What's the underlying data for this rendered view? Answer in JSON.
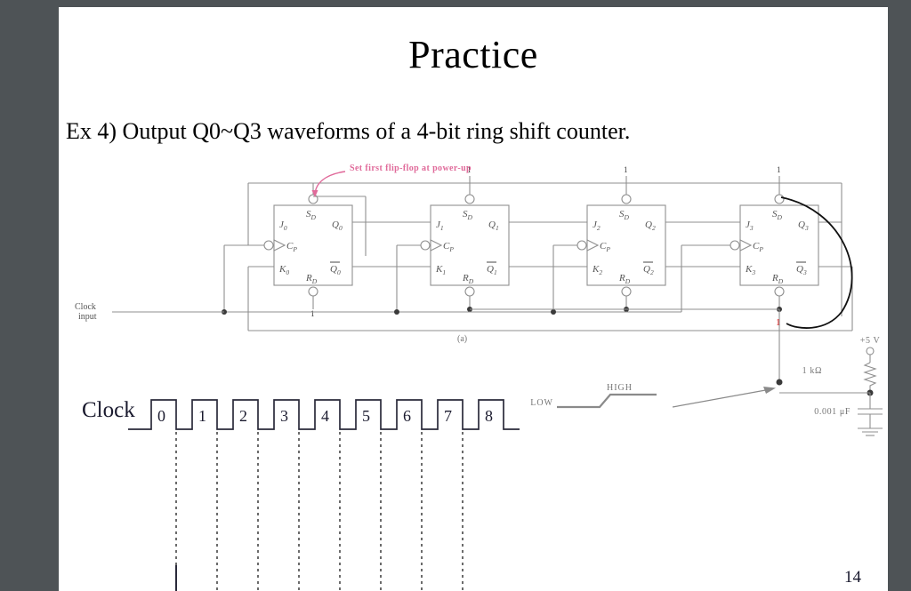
{
  "slide": {
    "title": "Practice",
    "exercise_text": "Ex 4) Output Q0~Q3 waveforms of a 4-bit ring shift counter.",
    "page_number": "14"
  },
  "figure": {
    "caption": "(a)",
    "annotation": "Set first flip-flop at power-up",
    "clock_input_line1": "Clock",
    "clock_input_line2": "input",
    "flipflops": [
      {
        "j": "J",
        "j_sub": "0",
        "k": "K",
        "k_sub": "0",
        "sd": "S",
        "sd_sub": "D",
        "rd": "R",
        "rd_sub": "D",
        "q": "Q",
        "q_sub": "0",
        "qbar": "Q",
        "qbar_sub": "0",
        "const": "1",
        "const_color": "#3a3a3a"
      },
      {
        "j": "J",
        "j_sub": "1",
        "k": "K",
        "k_sub": "1",
        "sd": "S",
        "sd_sub": "D",
        "rd": "R",
        "rd_sub": "D",
        "q": "Q",
        "q_sub": "1",
        "qbar": "Q",
        "qbar_sub": "1",
        "const": "1",
        "const_color": "#3a3a3a"
      },
      {
        "j": "J",
        "j_sub": "2",
        "k": "K",
        "k_sub": "2",
        "sd": "S",
        "sd_sub": "D",
        "rd": "R",
        "rd_sub": "D",
        "q": "Q",
        "q_sub": "2",
        "qbar": "Q",
        "qbar_sub": "2",
        "const": "1",
        "const_color": "#3a3a3a"
      },
      {
        "j": "J",
        "j_sub": "3",
        "k": "K",
        "k_sub": "3",
        "sd": "S",
        "sd_sub": "D",
        "rd": "R",
        "rd_sub": "D",
        "q": "Q",
        "q_sub": "3",
        "qbar": "Q",
        "qbar_sub": "3",
        "const": "1",
        "const_color": "#3a3a3a"
      }
    ],
    "cp_label": "C",
    "cp_sub": "P",
    "rd_one_ff0": "1",
    "rd_one_ff3": "1",
    "rd_one_ff3_color": "#e01b1b",
    "switch": {
      "low": "LOW",
      "high": "HIGH"
    },
    "supply": {
      "voltage": "+5 V",
      "resistor": "1 kΩ",
      "capacitor": "0.001 μF"
    }
  },
  "waveform": {
    "label": "Clock",
    "pulse_numbers": [
      "0",
      "1",
      "2",
      "3",
      "4",
      "5",
      "6",
      "7",
      "8"
    ],
    "pulse_count": 9,
    "dashed_lines": 8
  },
  "colors": {
    "page_bg": "#4e5356",
    "slide_bg": "#ffffff",
    "wire": "#8a8a8a",
    "ink": "#000000",
    "annotation_pink": "#e06a9a",
    "red": "#e01b1b",
    "text_navy": "#1a1a2e"
  }
}
